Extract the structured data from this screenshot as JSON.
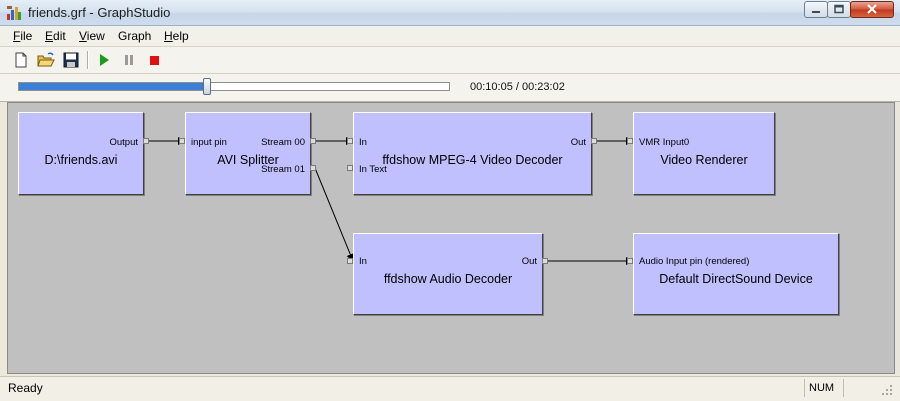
{
  "window": {
    "title": "friends.grf - GraphStudio",
    "icon": "graphstudio-app-icon",
    "controls": [
      "minimize-icon",
      "maximize-icon",
      "close-icon"
    ]
  },
  "menu": {
    "items": [
      {
        "label": "File",
        "accel": "F",
        "rest": "ile"
      },
      {
        "label": "Edit",
        "accel": "E",
        "rest": "dit"
      },
      {
        "label": "View",
        "accel": "V",
        "rest": "iew"
      },
      {
        "label": "Graph",
        "accel": "",
        "rest": "Graph"
      },
      {
        "label": "Help",
        "accel": "H",
        "rest": "elp"
      }
    ]
  },
  "toolbar": {
    "buttons": [
      "new-file-icon",
      "open-folder-icon",
      "save-disk-icon",
      "play-icon",
      "pause-icon",
      "stop-icon"
    ],
    "colors": {
      "play": "#1e9a1e",
      "pause": "#9a9a9a",
      "stop": "#e01010"
    }
  },
  "seek": {
    "position": "00:10:05",
    "duration": "00:23:02",
    "readout": "00:10:05 / 00:23:02",
    "progress_fraction": 0.438
  },
  "graph": {
    "background": "#c0c0c0",
    "filter_color": "#c0c0ff",
    "filters": {
      "source": {
        "name": "D:\\friends.avi",
        "pins": {
          "out": "Output"
        }
      },
      "splitter": {
        "name": "AVI Splitter",
        "pins": {
          "in": "input pin",
          "out1": "Stream 00",
          "out2": "Stream 01"
        }
      },
      "video_decoder": {
        "name": "ffdshow MPEG-4 Video Decoder",
        "pins": {
          "in1": "In",
          "in2": "In Text",
          "out": "Out"
        }
      },
      "video_renderer": {
        "name": "Video Renderer",
        "pins": {
          "in": "VMR Input0"
        }
      },
      "audio_decoder": {
        "name": "ffdshow Audio Decoder",
        "pins": {
          "in": "In",
          "out": "Out"
        }
      },
      "audio_renderer": {
        "name": "Default DirectSound Device",
        "pins": {
          "in": "Audio Input pin (rendered)"
        }
      }
    },
    "connections": [
      {
        "from": "D:\\friends.avi / Output",
        "to": "AVI Splitter / input pin"
      },
      {
        "from": "AVI Splitter / Stream 00",
        "to": "ffdshow MPEG-4 Video Decoder / In"
      },
      {
        "from": "ffdshow MPEG-4 Video Decoder / Out",
        "to": "Video Renderer / VMR Input0"
      },
      {
        "from": "AVI Splitter / Stream 01",
        "to": "ffdshow Audio Decoder / In"
      },
      {
        "from": "ffdshow Audio Decoder / Out",
        "to": "Default DirectSound Device / Audio Input pin (rendered)"
      }
    ]
  },
  "status": {
    "text": "Ready",
    "num": "NUM"
  }
}
